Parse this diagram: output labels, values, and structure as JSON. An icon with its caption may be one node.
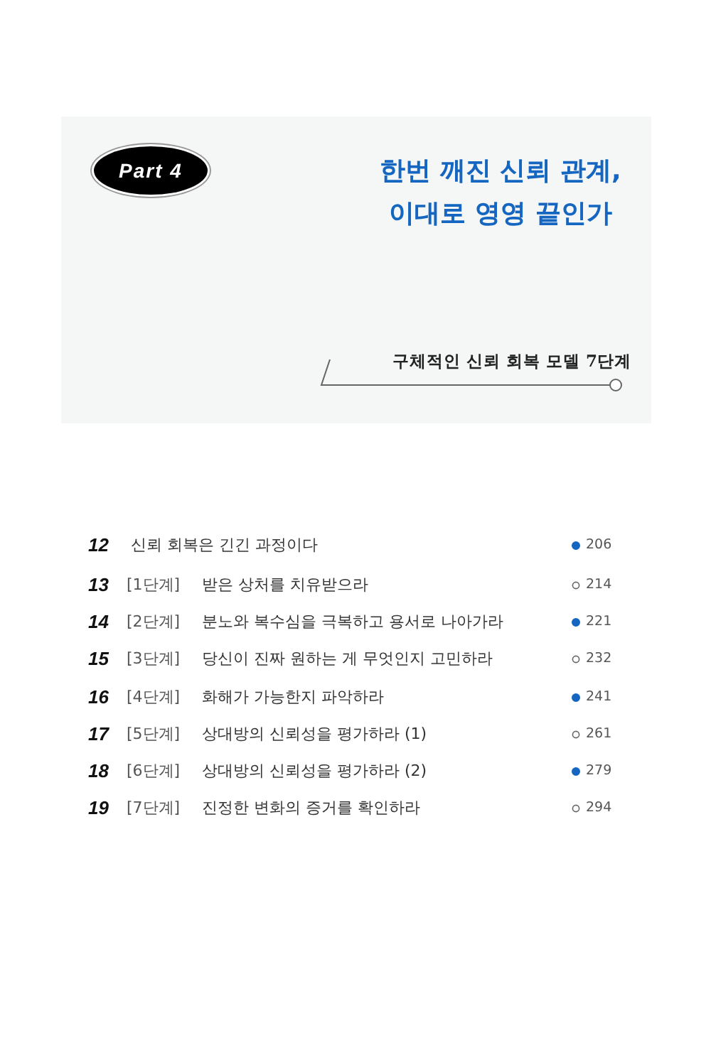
{
  "diagram": {
    "title": "한번 깨진 신뢰 관계, 이대로 영영 끝인가",
    "nodes": [
      {
        "text": [
          "Part 4"
        ]
      }
    ],
    "labels": [
      "구체적인 신뢰 회복 모델 7단계",
      "12",
      "신뢰 회복은 긴긴 과정이다",
      "206",
      "13",
      "[1단계]",
      "받은 상처를 치유받으라",
      "214",
      "14",
      "[2단계]",
      "분노와 복수심을 극복하고 용서로 나아가라",
      "221",
      "15",
      "[3단계]",
      "당신이 진짜 원하는 게 무엇인지 고민하라",
      "232",
      "16",
      "[4단계]",
      "화해가 가능한지 파악하라",
      "241",
      "17",
      "[5단계]",
      "상대방의 신뢰성을 평가하라 (1)",
      "261",
      "18",
      "[6단계]",
      "상대방의 신뢰성을 평가하라 (2)",
      "279",
      "19",
      "[7단계]",
      "진정한 변화의 증거를 확인하라",
      "294"
    ]
  }
}
